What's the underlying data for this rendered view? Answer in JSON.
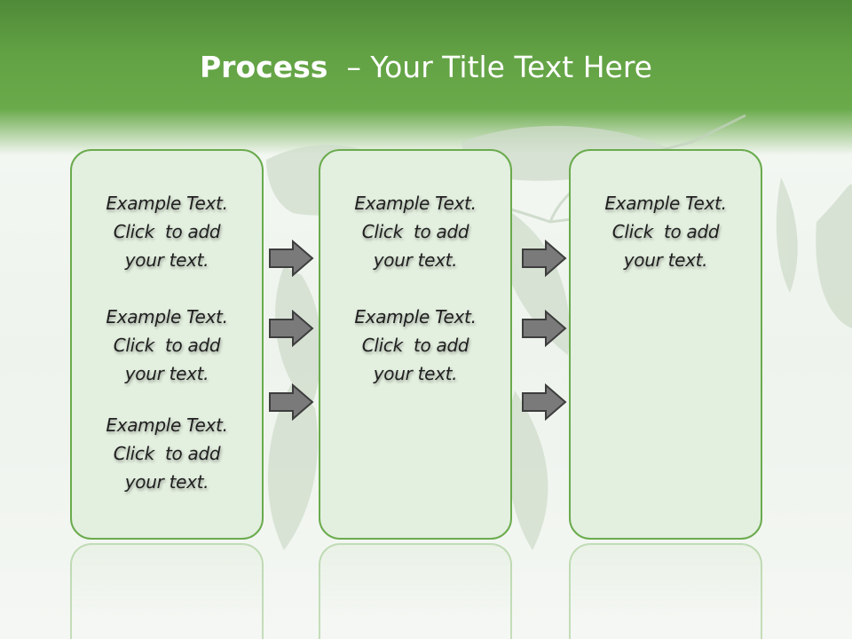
{
  "slide": {
    "title_bold": "Process",
    "title_rest": "  – Your Title Text Here",
    "columns": [
      {
        "items": [
          [
            "Example Text.",
            "Click  to add",
            "your text."
          ],
          [
            "Example Text.",
            "Click  to add",
            "your text."
          ],
          [
            "Example Text.",
            "Click  to add",
            "your text."
          ]
        ]
      },
      {
        "items": [
          [
            "Example Text.",
            "Click  to add",
            "your text."
          ],
          [
            "Example Text.",
            "Click  to add",
            "your text."
          ]
        ]
      },
      {
        "items": [
          [
            "Example Text.",
            "Click  to add",
            "your text."
          ]
        ]
      }
    ],
    "arrow_icon": "right-arrow-icon"
  },
  "colors": {
    "header_green": "#62a244",
    "box_border": "#6aab4d",
    "box_fill": "#e3efdf",
    "arrow_fill": "#7a7a7a"
  }
}
